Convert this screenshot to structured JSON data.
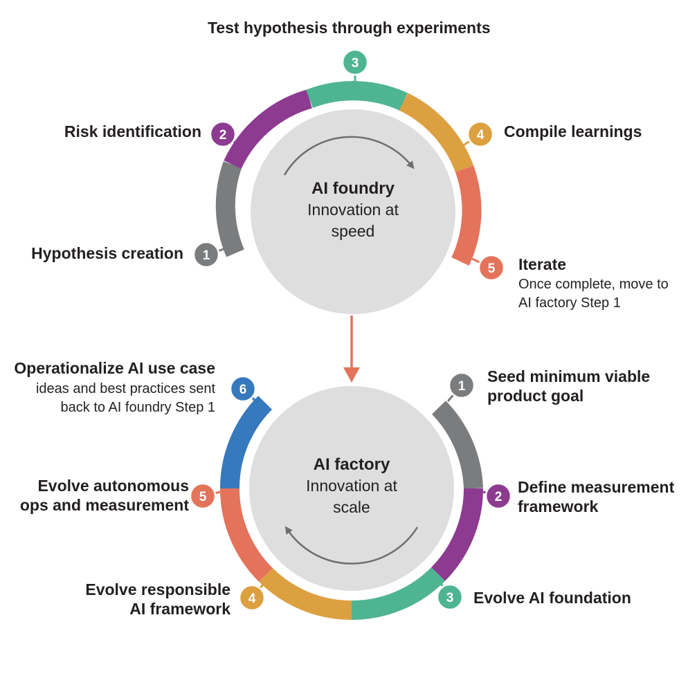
{
  "colors": {
    "gray": "#7b7c7e",
    "purple": "#8c3b91",
    "teal": "#4fb492",
    "orange": "#dda040",
    "coral": "#e4735b",
    "blue": "#3779bd",
    "inner_fill": "#dedede",
    "arrow_gray": "#6d6e70"
  },
  "foundry": {
    "title": "AI foundry",
    "subtitle": "Innovation at speed",
    "steps": [
      {
        "number": "1",
        "label": "Hypothesis creation",
        "color": "gray"
      },
      {
        "number": "2",
        "label": "Risk identification",
        "color": "purple"
      },
      {
        "number": "3",
        "label": "Test hypothesis through experiments",
        "color": "teal"
      },
      {
        "number": "4",
        "label": "Compile learnings",
        "color": "orange"
      },
      {
        "number": "5",
        "label": "Iterate",
        "note": "Once complete, move to AI factory Step 1",
        "color": "coral"
      }
    ]
  },
  "factory": {
    "title": "AI factory",
    "subtitle": "Innovation at scale",
    "steps": [
      {
        "number": "1",
        "label": "Seed minimum viable product goal",
        "color": "gray"
      },
      {
        "number": "2",
        "label": "Define measurement framework",
        "color": "purple"
      },
      {
        "number": "3",
        "label": "Evolve AI foundation",
        "color": "teal"
      },
      {
        "number": "4",
        "label": "Evolve responsible AI framework",
        "color": "orange"
      },
      {
        "number": "5",
        "label": "Evolve autonomous ops and measurement",
        "color": "coral"
      },
      {
        "number": "6",
        "label": "Operationalize AI use case",
        "note": "ideas and best practices sent back to AI foundry Step 1",
        "color": "blue"
      }
    ]
  }
}
